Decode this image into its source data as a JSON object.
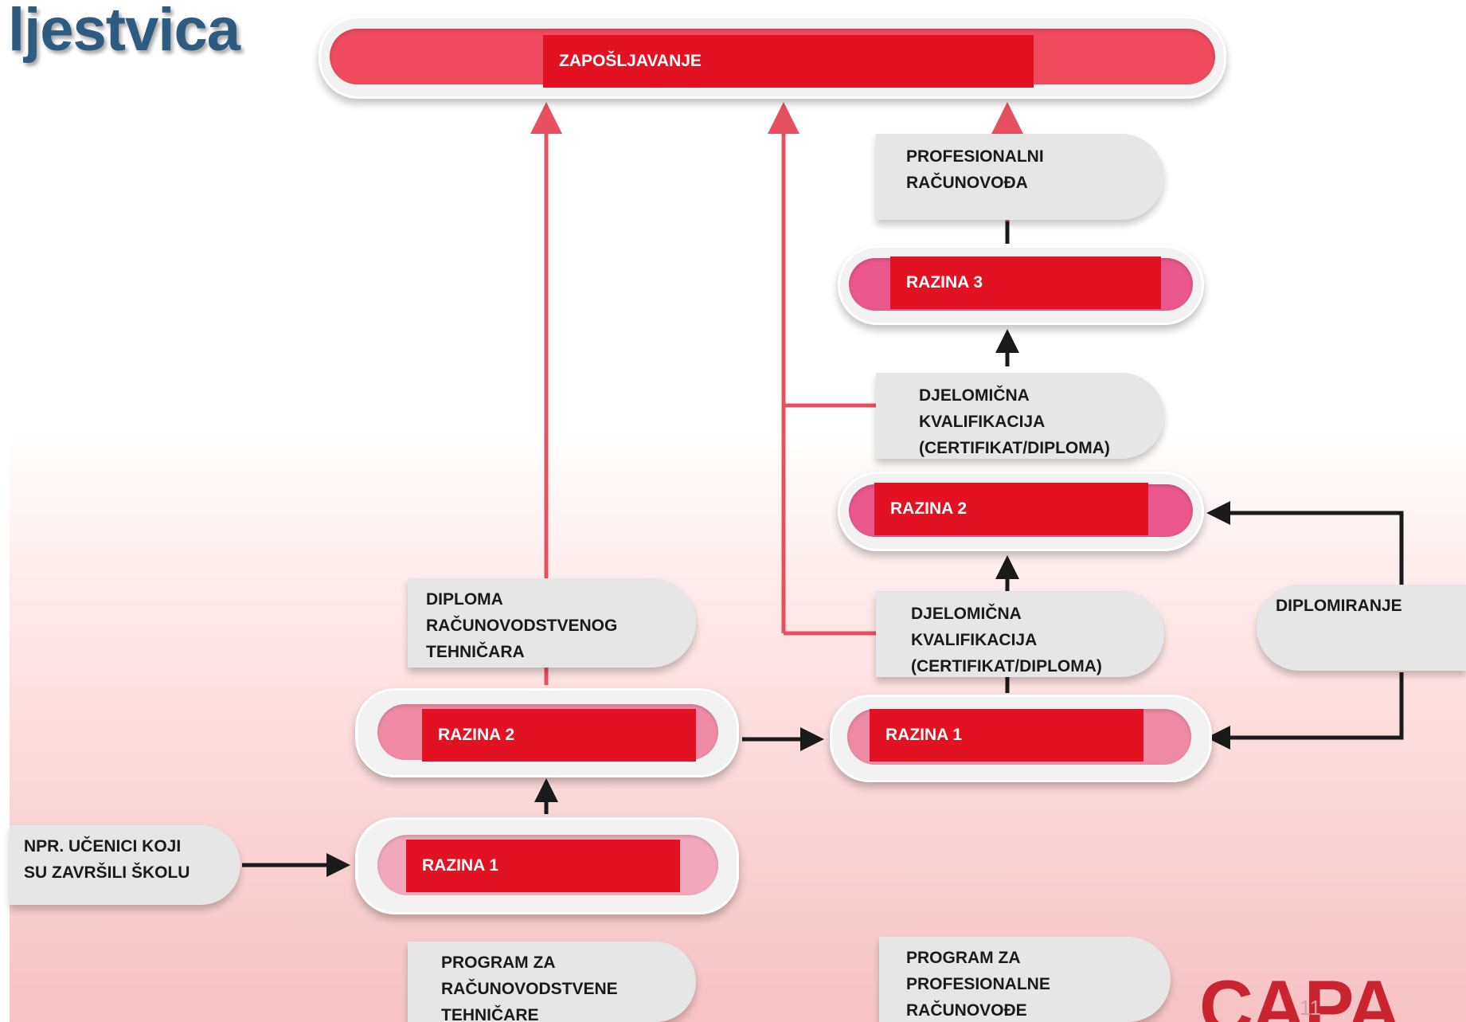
{
  "title": "ljestvica",
  "top_bar": {
    "label": "ZAPOŠLJAVANJE"
  },
  "right_column": {
    "professional": "PROFESIONALNI\nRAČUNOVOĐA",
    "level3": "RAZINA 3",
    "partial_upper": "DJELOMIČNA\nKVALIFIKACIJA\n(CERTIFIKAT/DIPLOMA)",
    "level2": "RAZINA 2",
    "partial_lower": "DJELOMIČNA\nKVALIFIKACIJA\n(CERTIFIKAT/DIPLOMA)",
    "level1": "RAZINA 1",
    "program": "PROGRAM ZA\nPROFESIONALNE\nRAČUNOVOĐE"
  },
  "left_column": {
    "diploma": "DIPLOMA\nRAČUNOVODSTVENOG\nTEHNIČARA",
    "level2": "RAZINA 2",
    "level1": "RAZINA 1",
    "program": "PROGRAM ZA\nRAČUNOVODSTVENE\nTEHNIČARE"
  },
  "entry": {
    "label": "NPR.  UČENICI KOJI\nSU ZAVRŠILI ŠKOLU"
  },
  "graduation": {
    "label": "DIPLOMIRANJE"
  },
  "logo": {
    "text": "CAPA"
  },
  "page_number": "11",
  "colors": {
    "accent_red": "#e31223",
    "arrow_red": "#e6505f",
    "title_blue": "#2e5c80",
    "arrow_dark": "#1a1a1a"
  }
}
